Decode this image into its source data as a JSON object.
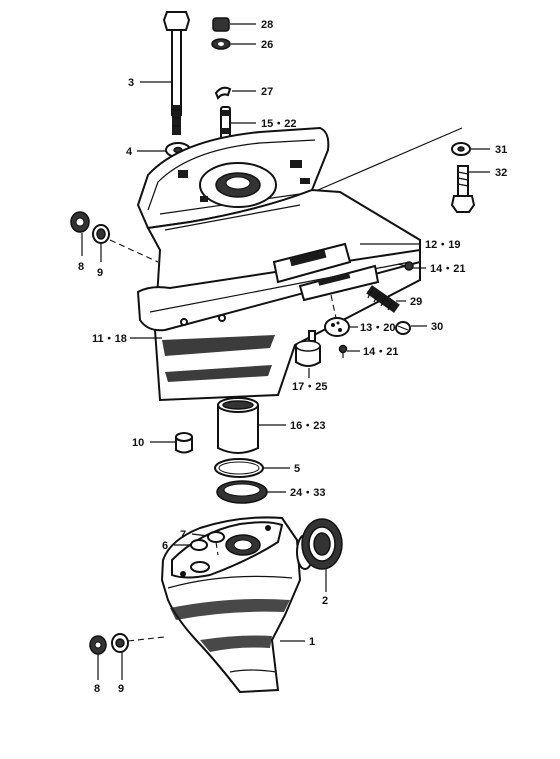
{
  "callouts": {
    "c28": "28",
    "c26": "26",
    "c3": "3",
    "c27": "27",
    "c15_22": "15・22",
    "c4": "4",
    "c31": "31",
    "c32": "32",
    "c8_top": "8",
    "c9_top": "9",
    "c12_19": "12・19",
    "c14_21_a": "14・21",
    "c29": "29",
    "c11_18": "11・18",
    "c13_20": "13・20",
    "c30": "30",
    "c14_21_b": "14・21",
    "c17_25": "17・25",
    "c16_23": "16・23",
    "c10": "10",
    "c5": "5",
    "c24_33": "24・33",
    "c7": "7",
    "c6": "6",
    "c2": "2",
    "c1": "1",
    "c8_bot": "8",
    "c9_bot": "9"
  }
}
